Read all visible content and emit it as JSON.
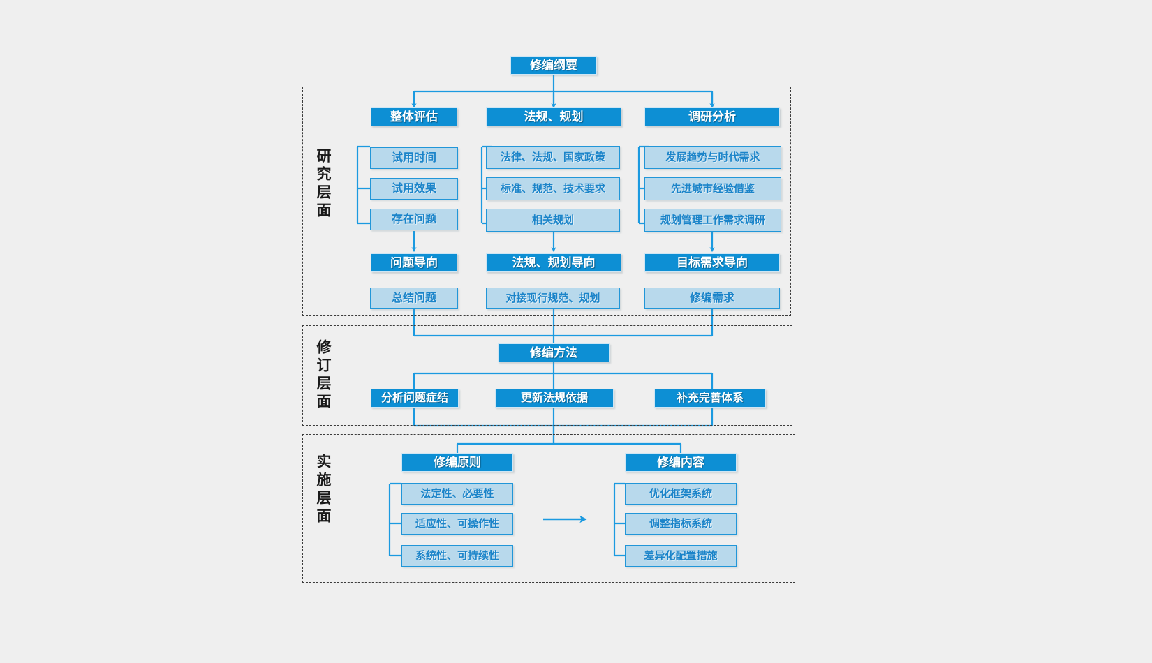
{
  "diagram": {
    "title": "修编纲要",
    "root": {
      "label": "修编纲要"
    },
    "colors": {
      "dark_box_fill": "#0d8fd4",
      "light_box_fill": "#b8d9ec",
      "light_box_border": "#2196d8",
      "light_box_text": "#1b84c9",
      "connector": "#1b9ae0",
      "panel_border": "#3b3b3b",
      "background": "#efefef"
    },
    "layers": [
      {
        "id": "research",
        "label": "研究层面",
        "columns": [
          {
            "id": "overall-assessment",
            "header": "整体评估",
            "items": [
              "试用时间",
              "试用效果",
              "存在问题"
            ],
            "orientation": "问题导向",
            "outcome": "总结问题"
          },
          {
            "id": "regulation-planning",
            "header": "法规、规划",
            "items": [
              "法律、法规、国家政策",
              "标准、规范、技术要求",
              "相关规划"
            ],
            "orientation": "法规、规划导向",
            "outcome": "对接现行规范、规划"
          },
          {
            "id": "research-analysis",
            "header": "调研分析",
            "items": [
              "发展趋势与时代需求",
              "先进城市经验借鉴",
              "规划管理工作需求调研"
            ],
            "orientation": "目标需求导向",
            "outcome": "修编需求"
          }
        ]
      },
      {
        "id": "revision",
        "label": "修订层面",
        "header": "修编方法",
        "items": [
          "分析问题症结",
          "更新法规依据",
          "补充完善体系"
        ]
      },
      {
        "id": "implementation",
        "label": "实施层面",
        "groups": [
          {
            "id": "principles",
            "header": "修编原则",
            "items": [
              "法定性、必要性",
              "适应性、可操作性",
              "系统性、可持续性"
            ]
          },
          {
            "id": "contents",
            "header": "修编内容",
            "items": [
              "优化框架系统",
              "调整指标系统",
              "差异化配置措施"
            ]
          }
        ],
        "link_arrow": "arrow-right-icon"
      }
    ]
  }
}
